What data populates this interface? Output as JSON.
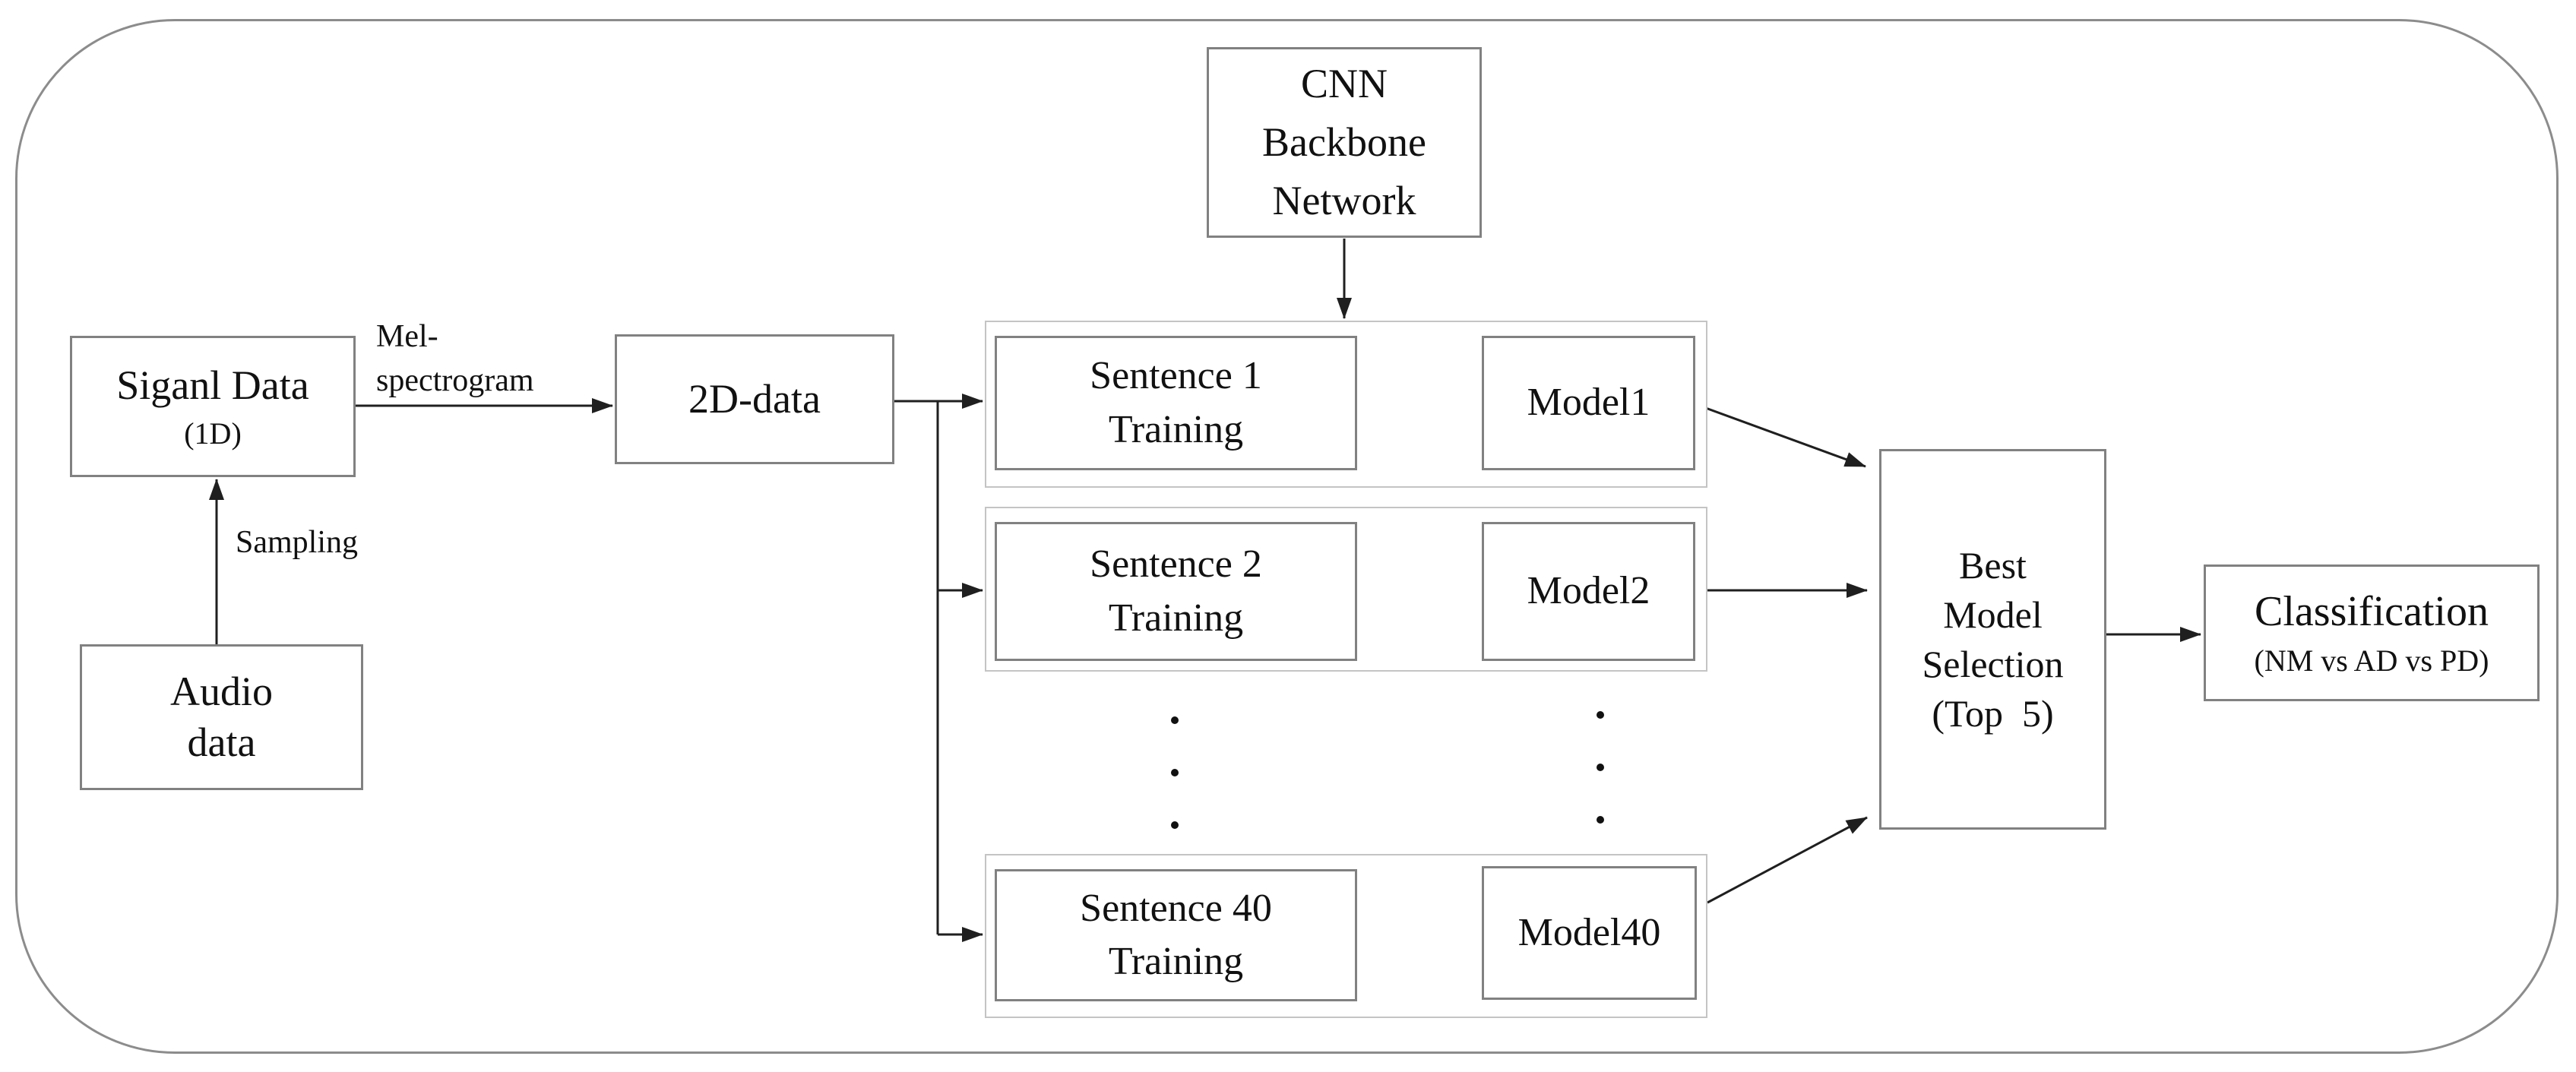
{
  "nodes": {
    "cnn": {
      "label": "CNN\nBackbone\nNetwork"
    },
    "signal": {
      "title": "Siganl Data",
      "subtitle": "(1D)"
    },
    "audio": {
      "label": "Audio\ndata"
    },
    "data2d": {
      "label": "2D-data"
    },
    "best": {
      "label": "Best\nModel\nSelection\n(Top  5)"
    },
    "classification": {
      "title": "Classification",
      "subtitle": "(NM vs AD vs PD)"
    }
  },
  "rows": [
    {
      "sentence": "Sentence 1\nTraining",
      "model": "Model1"
    },
    {
      "sentence": "Sentence 2\nTraining",
      "model": "Model2"
    },
    {
      "sentence": "Sentence 40\nTraining",
      "model": "Model40"
    }
  ],
  "labels": {
    "sampling": "Sampling",
    "mel": "Mel-\nspectrogram"
  },
  "colors": {
    "box-border": "#818181",
    "group-border": "#c4c4c4",
    "outer-border": "#8c8c8c",
    "arrow": "#1f1f1f",
    "text": "#111111",
    "bg": "#ffffff"
  }
}
